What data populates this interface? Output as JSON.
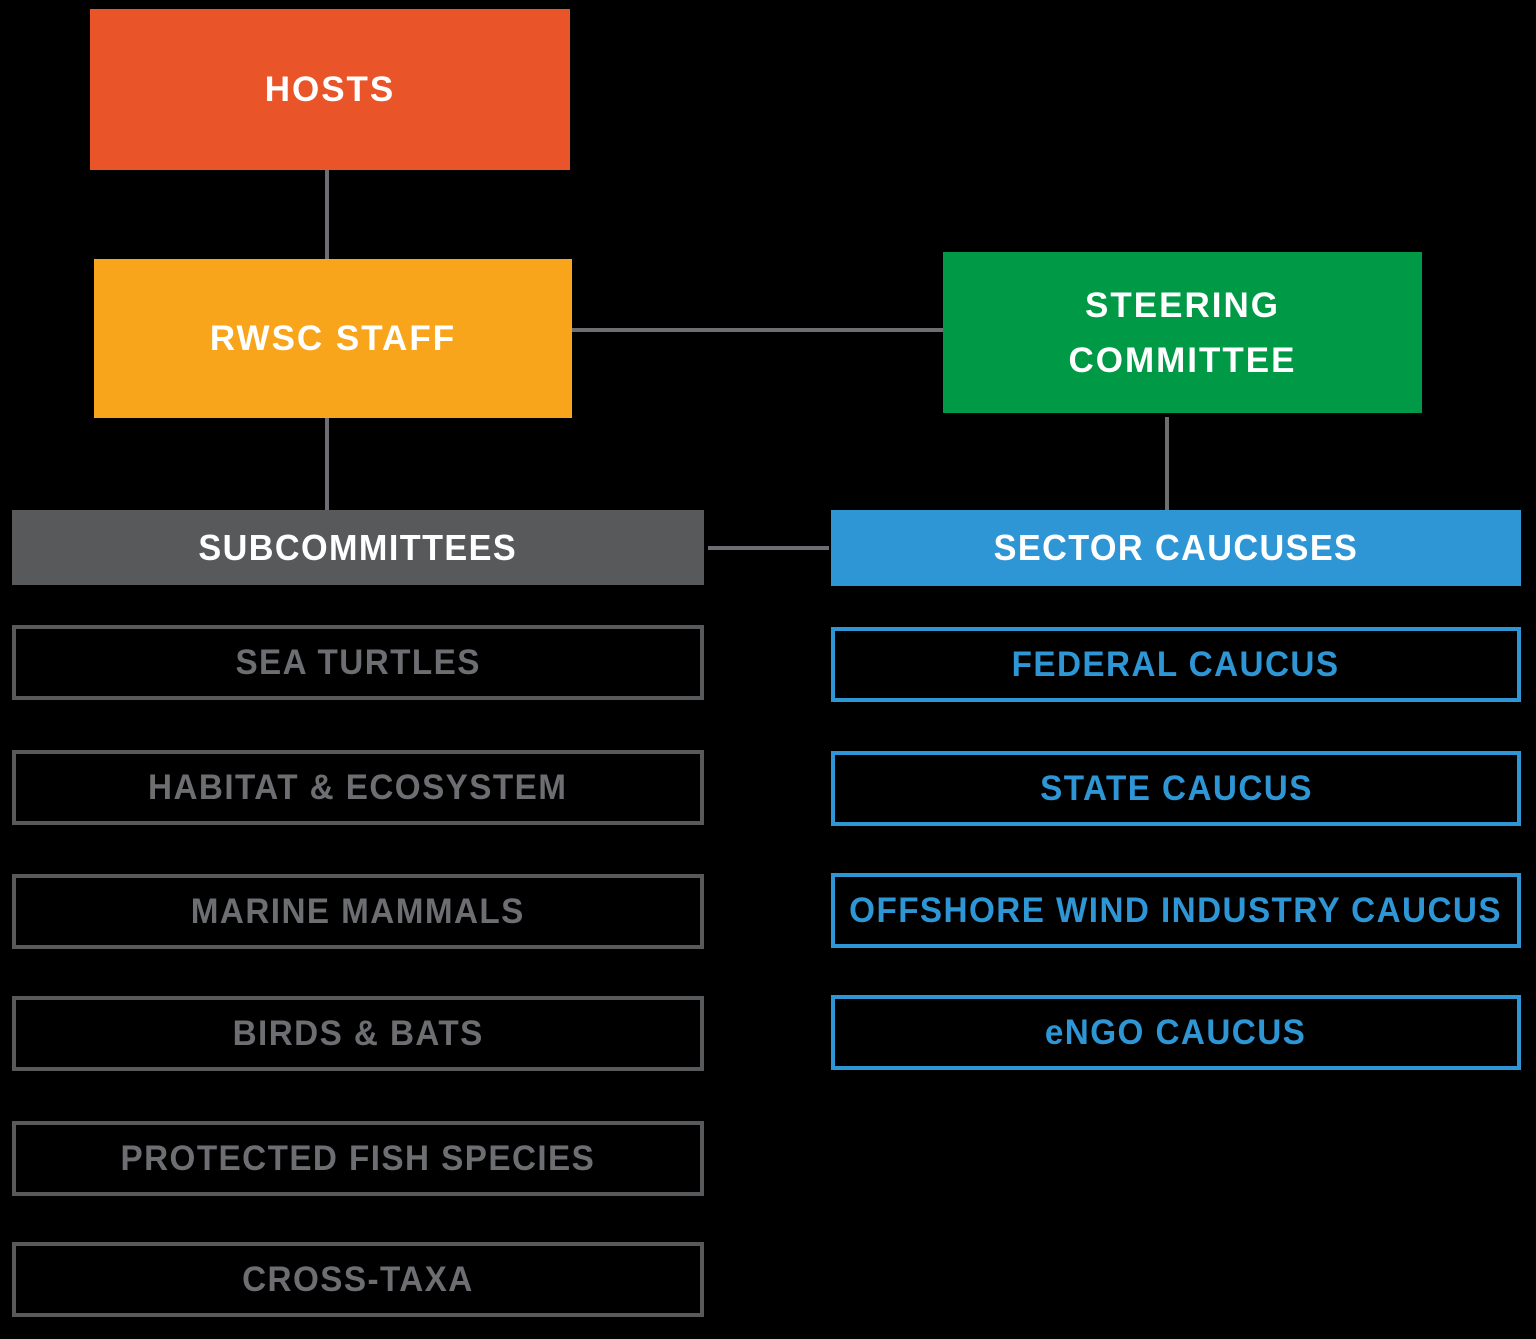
{
  "colors": {
    "background": "#000000",
    "hosts_fill": "#E95428",
    "rwsc_staff_fill": "#F9A51C",
    "steering_committee_fill": "#009A47",
    "subcommittees_fill": "#58595B",
    "sector_caucuses_fill": "#2E96D5",
    "connector_line": "#6D6E71",
    "subcommittee_item_text": "#6D6E71",
    "sector_caucus_item_text": "#2E96D5",
    "filled_box_text": "#FFFFFF"
  },
  "chart": {
    "hosts": {
      "label": "HOSTS"
    },
    "rwsc_staff": {
      "label": "RWSC STAFF"
    },
    "steering_committee": {
      "line1": "STEERING",
      "line2": "COMMITTEE"
    },
    "subcommittees_header": {
      "label": "SUBCOMMITTEES"
    },
    "sector_caucuses_header": {
      "label": "SECTOR CAUCUSES"
    },
    "subcommittees": [
      {
        "label": "SEA TURTLES"
      },
      {
        "label": "HABITAT & ECOSYSTEM"
      },
      {
        "label": "MARINE MAMMALS"
      },
      {
        "label": "BIRDS & BATS"
      },
      {
        "label": "PROTECTED FISH SPECIES"
      },
      {
        "label": "CROSS-TAXA"
      }
    ],
    "sector_caucuses": [
      {
        "label": "FEDERAL CAUCUS"
      },
      {
        "label": "STATE CAUCUS"
      },
      {
        "label": "OFFSHORE WIND INDUSTRY CAUCUS"
      },
      {
        "label": "eNGO CAUCUS"
      }
    ]
  }
}
